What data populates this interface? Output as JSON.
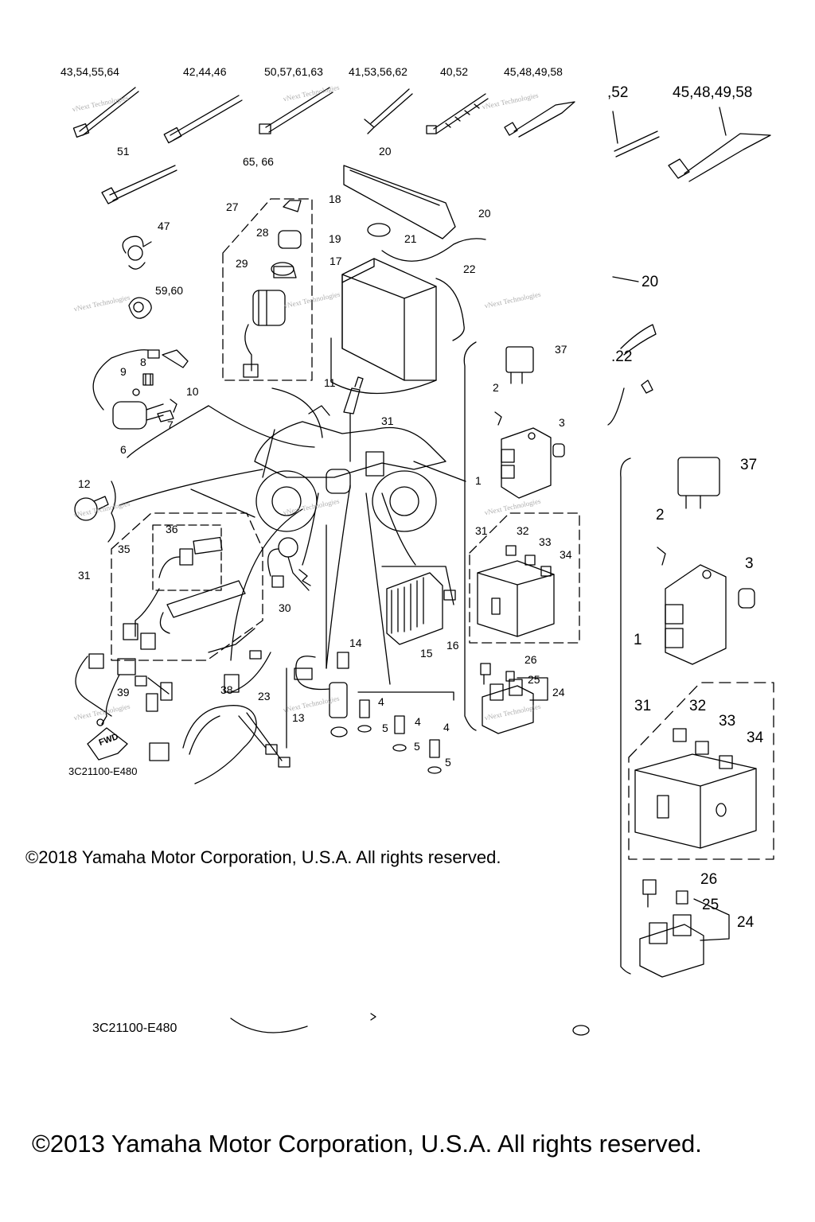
{
  "diagram": {
    "part_code": "3C21100-E480",
    "fwd_label": "FWD",
    "watermark": "vNext Technologies",
    "callouts_main": [
      {
        "id": "c-43",
        "text": "43,54,55,64"
      },
      {
        "id": "c-42",
        "text": "42,44,46"
      },
      {
        "id": "c-50",
        "text": "50,57,61,63"
      },
      {
        "id": "c-41",
        "text": "41,53,56,62"
      },
      {
        "id": "c-40",
        "text": "40,52"
      },
      {
        "id": "c-45",
        "text": "45,48,49,58"
      },
      {
        "id": "c-51",
        "text": "51"
      },
      {
        "id": "c-47",
        "text": "47"
      },
      {
        "id": "c-59",
        "text": "59,60"
      },
      {
        "id": "c-65",
        "text": "65, 66"
      },
      {
        "id": "c-27",
        "text": "27"
      },
      {
        "id": "c-28",
        "text": "28"
      },
      {
        "id": "c-29",
        "text": "29"
      },
      {
        "id": "c-20a",
        "text": "20"
      },
      {
        "id": "c-18",
        "text": "18"
      },
      {
        "id": "c-20b",
        "text": "20"
      },
      {
        "id": "c-19",
        "text": "19"
      },
      {
        "id": "c-21",
        "text": "21"
      },
      {
        "id": "c-17",
        "text": "17"
      },
      {
        "id": "c-22",
        "text": "22"
      },
      {
        "id": "c-8",
        "text": "8"
      },
      {
        "id": "c-9",
        "text": "9"
      },
      {
        "id": "c-10",
        "text": "10"
      },
      {
        "id": "c-7",
        "text": "7"
      },
      {
        "id": "c-6",
        "text": "6"
      },
      {
        "id": "c-11",
        "text": "11"
      },
      {
        "id": "c-37",
        "text": "37"
      },
      {
        "id": "c-2",
        "text": "2"
      },
      {
        "id": "c-3",
        "text": "3"
      },
      {
        "id": "c-1",
        "text": "1"
      },
      {
        "id": "c-31a",
        "text": "31"
      },
      {
        "id": "c-12",
        "text": "12"
      },
      {
        "id": "c-36",
        "text": "36"
      },
      {
        "id": "c-35",
        "text": "35"
      },
      {
        "id": "c-31b",
        "text": "31"
      },
      {
        "id": "c-31c",
        "text": "31"
      },
      {
        "id": "c-32",
        "text": "32"
      },
      {
        "id": "c-33",
        "text": "33"
      },
      {
        "id": "c-34",
        "text": "34"
      },
      {
        "id": "c-30",
        "text": "30"
      },
      {
        "id": "c-14",
        "text": "14"
      },
      {
        "id": "c-15",
        "text": "15"
      },
      {
        "id": "c-16",
        "text": "16"
      },
      {
        "id": "c-26",
        "text": "26"
      },
      {
        "id": "c-25",
        "text": "25"
      },
      {
        "id": "c-24",
        "text": "24"
      },
      {
        "id": "c-39",
        "text": "39"
      },
      {
        "id": "c-38",
        "text": "38"
      },
      {
        "id": "c-23",
        "text": "23"
      },
      {
        "id": "c-13",
        "text": "13"
      },
      {
        "id": "c-4a",
        "text": "4"
      },
      {
        "id": "c-5a",
        "text": "5"
      },
      {
        "id": "c-4b",
        "text": "4"
      },
      {
        "id": "c-5b",
        "text": "5"
      },
      {
        "id": "c-4c",
        "text": "4"
      },
      {
        "id": "c-5c",
        "text": "5"
      }
    ],
    "callouts_zoom": [
      {
        "id": "z-52",
        "text": ",52"
      },
      {
        "id": "z-45",
        "text": "45,48,49,58"
      },
      {
        "id": "z-20",
        "text": "20"
      },
      {
        "id": "z-22",
        "text": ".22"
      },
      {
        "id": "z-37",
        "text": "37"
      },
      {
        "id": "z-2",
        "text": "2"
      },
      {
        "id": "z-3",
        "text": "3"
      },
      {
        "id": "z-1",
        "text": "1"
      },
      {
        "id": "z-31",
        "text": "31"
      },
      {
        "id": "z-32",
        "text": "32"
      },
      {
        "id": "z-33",
        "text": "33"
      },
      {
        "id": "z-34",
        "text": "34"
      },
      {
        "id": "z-26",
        "text": "26"
      },
      {
        "id": "z-25",
        "text": "25"
      },
      {
        "id": "z-24",
        "text": "24"
      }
    ]
  },
  "copyright_2018": "©2018 Yamaha Motor Corporation, U.S.A. All rights reserved.",
  "copyright_2013": "©2013 Yamaha Motor Corporation, U.S.A. All rights reserved."
}
